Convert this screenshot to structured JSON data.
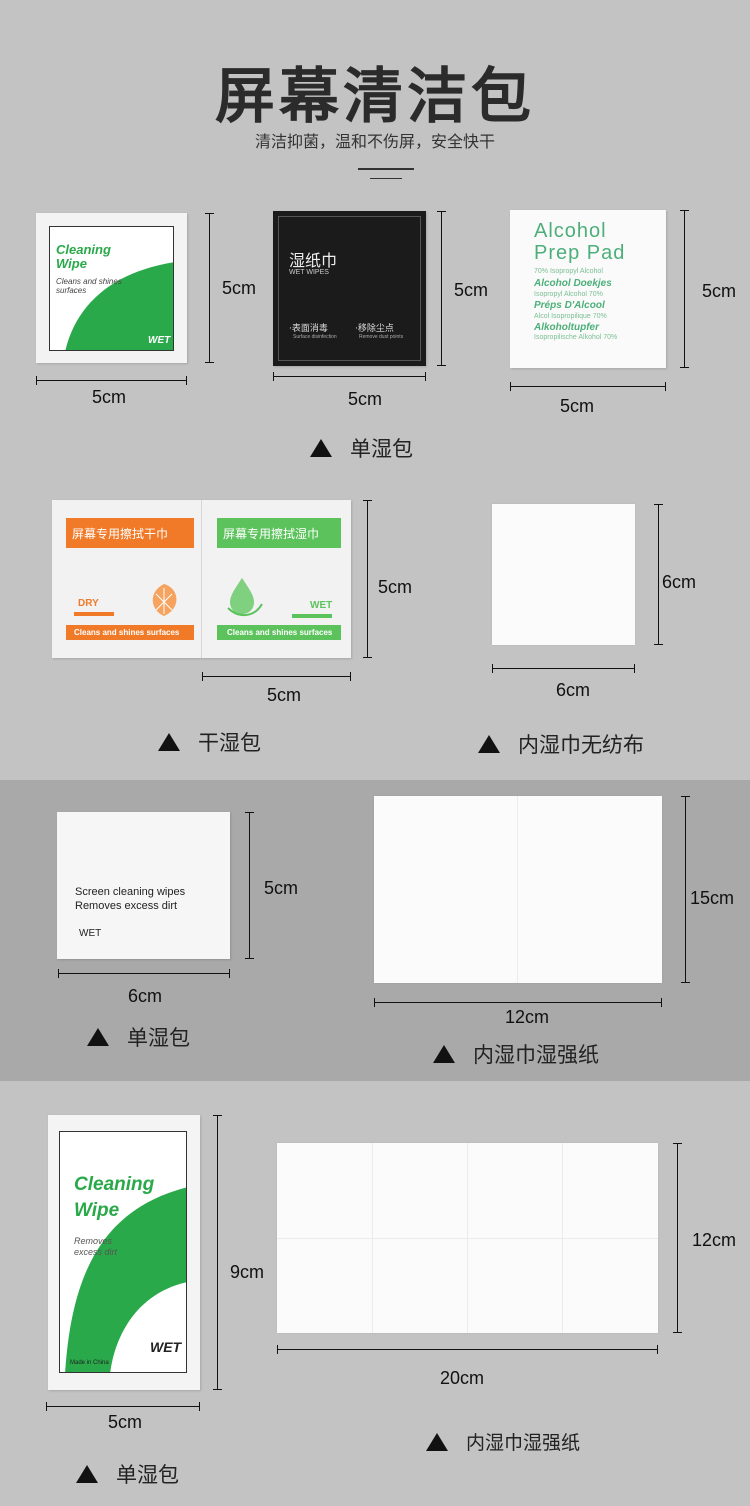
{
  "header": {
    "title": "屏幕清洁包",
    "subtitle": "清洁抑菌，温和不伤屏，安全快干"
  },
  "row1": {
    "items": [
      {
        "pack_title": "Cleaning Wipe",
        "pack_sub": "Cleans and shines surfaces",
        "pack_badge": "WET",
        "width": "5cm",
        "height": "5cm"
      },
      {
        "pack_title": "湿纸巾",
        "pack_sub": "WET WIPES",
        "feat1": "·表面消毒",
        "feat1_en": "Surface disinfection",
        "feat2": "·移除尘点",
        "feat2_en": "Remove dust points",
        "width": "5cm",
        "height": "5cm"
      },
      {
        "pack_title1": "Alcohol",
        "pack_title2": "Prep Pad",
        "lines": [
          "70% Isopropyl Alcohol",
          "Alcohol Doekjes",
          "Isopropyl Alcohol 70%",
          "Préps D'Alcool",
          "Alcol Isopropilique 70%",
          "Alkoholtupfer",
          "Isopropilische Alkohol 70%"
        ],
        "width": "5cm",
        "height": "5cm"
      }
    ],
    "caption": "单湿包"
  },
  "row2": {
    "dual_pack": {
      "left_title": "屏幕专用擦拭干巾",
      "left_tag": "DRY",
      "left_footer": "Cleans and shines surfaces",
      "right_title": "屏幕专用擦拭湿巾",
      "right_tag": "WET",
      "right_footer": "Cleans and shines surfaces",
      "width": "5cm",
      "height": "5cm",
      "caption": "干湿包"
    },
    "nonwoven": {
      "width": "6cm",
      "height": "6cm",
      "caption": "内湿巾无纺布"
    }
  },
  "row3": {
    "pack": {
      "line1": "Screen cleaning wipes",
      "line2": "Removes excess dirt",
      "badge": "WET",
      "width": "6cm",
      "height": "5cm",
      "caption": "单湿包"
    },
    "tissue": {
      "width": "12cm",
      "height": "15cm",
      "caption": "内湿巾湿强纸"
    }
  },
  "row4": {
    "pack": {
      "title": "Cleaning Wipe",
      "sub": "Removes excess dirt",
      "badge": "WET",
      "foot": "Made in China",
      "width": "5cm",
      "height": "9cm",
      "caption": "单湿包"
    },
    "tissue": {
      "width": "20cm",
      "height": "12cm",
      "caption": "内湿巾湿强纸"
    }
  },
  "colors": {
    "background": "#c3c3c3",
    "band": "#a9a9a9",
    "green": "#2aa94a",
    "orange": "#f07a28",
    "black_pack": "#1b1b1b"
  }
}
